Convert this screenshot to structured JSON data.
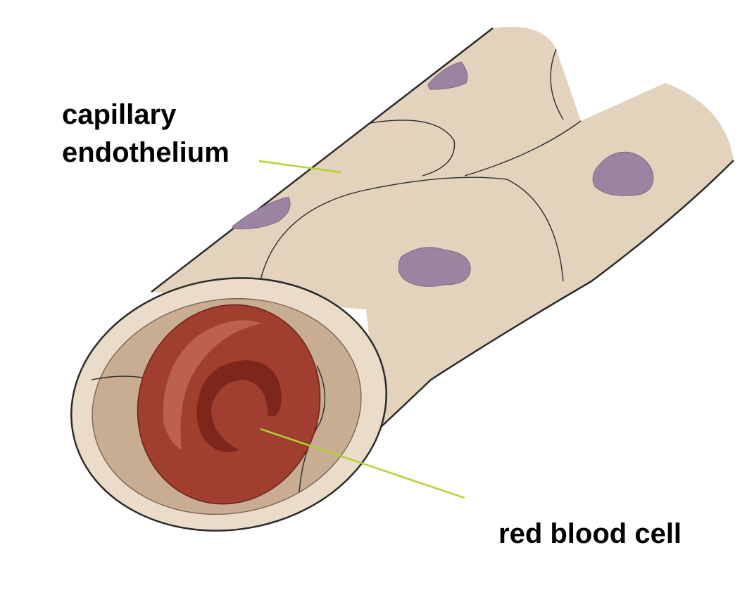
{
  "labels": {
    "capillary_line1": "capillary",
    "capillary_line2": "endothelium",
    "red_blood_cell": "red blood cell"
  },
  "colors": {
    "tube_fill": "#e3d3bd",
    "tube_outline": "#2b2b2b",
    "nucleus": "#9a84a2",
    "lumen": "#c9ad92",
    "rbc_outer": "#a03e30",
    "rbc_inner": "#7e261c",
    "rbc_highlight": "#c46a58",
    "leader_line": "#b2d235"
  },
  "parts": [
    "capillary-wall",
    "endothelial-cell-nucleus",
    "lumen",
    "red-blood-cell"
  ]
}
